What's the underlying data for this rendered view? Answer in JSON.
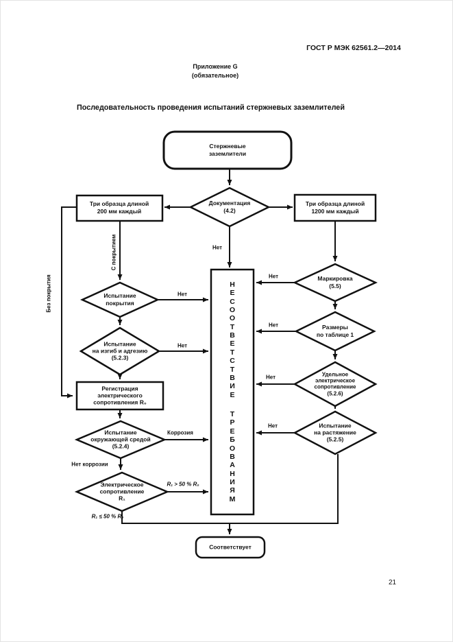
{
  "page": {
    "header_right": "ГОСТ Р МЭК 62561.2—2014",
    "appendix_line1": "Приложение G",
    "appendix_line2": "(обязательное)",
    "title": "Последовательность проведения испытаний стержневых заземлителей",
    "page_number": "21"
  },
  "colors": {
    "ink": "#111111",
    "paper": "#ffffff"
  },
  "flowchart": {
    "nodes": {
      "start": "Стержневые\nзаземлители",
      "documentation": "Документация\n(4.2)",
      "samples_200": "Три образца длиной\n200 мм каждый",
      "samples_1200": "Три образца длиной\n1200 мм каждый",
      "coating_test": "Испытание\nпокрытия",
      "bend_test": "Испытание\nна изгиб и адгезию\n(5.2.3)",
      "resistance_reg": "Регистрация\nэлектрического\nсопротивления R₀",
      "environment_test": "Испытание\nокружающей средой\n(5.2.4)",
      "electrical_resistance": "Электрическое\nсопротивление\nR₁",
      "nonconformity_word1": "НЕСООТВЕТСТВИЕ",
      "nonconformity_word2": "ТРЕБОВАНИЯМ",
      "marking": "Маркировка\n(5.5)",
      "dimensions": "Размеры\nпо таблице 1",
      "resistivity": "Удельное\nэлектрическое\nсопротивление\n(5.2.6)",
      "tensile_test": "Испытание\nна растяжение\n(5.2.5)",
      "complies": "Соответствует"
    },
    "edge_labels": {
      "no_doc": "Нет",
      "with_coating": "С покрытием",
      "without_coating": "Без покрытия",
      "no_coating_test": "Нет",
      "no_bend": "Нет",
      "corrosion": "Коррозия",
      "no_corrosion": "Нет коррозии",
      "r1_gt": "R₁ > 50 % R₀",
      "r1_le": "R₁ ≤ 50 % R₀",
      "no_marking": "Нет",
      "no_dimensions": "Нет",
      "no_resistivity": "Нет",
      "no_tensile": "Нет"
    }
  }
}
